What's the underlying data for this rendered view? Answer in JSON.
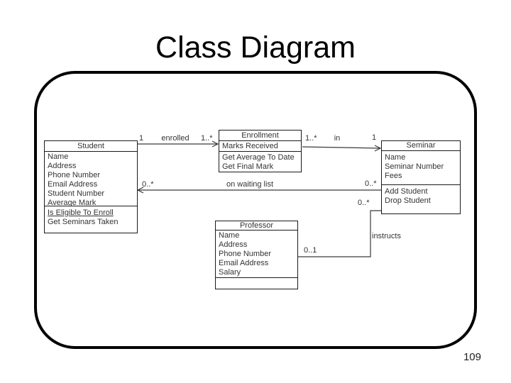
{
  "slide": {
    "title": "Class Diagram",
    "page_number": "109"
  },
  "diagram": {
    "classes": {
      "student": {
        "name": "Student",
        "attributes": [
          "Name",
          "Address",
          "Phone Number",
          "Email Address",
          "Student Number",
          "Average Mark"
        ],
        "operations": [
          "Is Eligible To Enroll",
          "Get Seminars Taken"
        ]
      },
      "enrollment": {
        "name": "Enrollment",
        "attributes": [
          "Marks Received"
        ],
        "operations": [
          "Get Average To Date",
          "Get Final Mark"
        ]
      },
      "seminar": {
        "name": "Seminar",
        "attributes": [
          "Name",
          "Seminar Number",
          "Fees"
        ],
        "operations": [
          "Add Student",
          "Drop Student"
        ]
      },
      "professor": {
        "name": "Professor",
        "attributes": [
          "Name",
          "Address",
          "Phone Number",
          "Email Address",
          "Salary"
        ],
        "operations": []
      }
    },
    "associations": {
      "enrolled": {
        "label": "enrolled",
        "student_multiplicity": "1",
        "enrollment_multiplicity": "1..*"
      },
      "in": {
        "label": "in",
        "enrollment_multiplicity": "1..*",
        "seminar_multiplicity": "1"
      },
      "on_waiting_list": {
        "label": "on waiting list",
        "student_multiplicity": "0..*",
        "seminar_multiplicity": "0..*"
      },
      "instructs": {
        "label": "instructs",
        "professor_multiplicity": "0..1",
        "seminar_multiplicity": "0..*"
      }
    },
    "colors": {
      "association_line": "#3a3a3a",
      "box_border": "#1a1a1a",
      "text": "#333333"
    }
  }
}
